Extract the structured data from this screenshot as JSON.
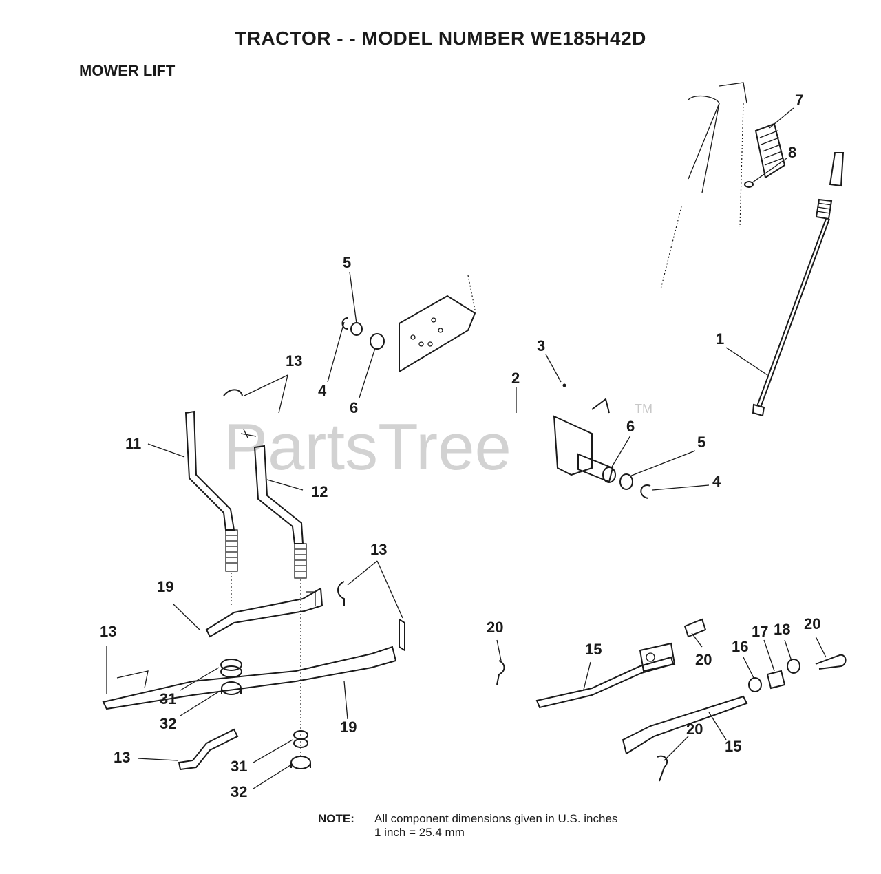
{
  "header": {
    "title": "TRACTOR - - MODEL NUMBER WE185H42D",
    "section": "MOWER LIFT"
  },
  "watermark": {
    "text": "PartsTree",
    "tm": "TM"
  },
  "callouts": {
    "c1": "1",
    "c2": "2",
    "c3": "3",
    "c4a": "4",
    "c4b": "4",
    "c5a": "5",
    "c5b": "5",
    "c6a": "6",
    "c6b": "6",
    "c7": "7",
    "c8": "8",
    "c11": "11",
    "c12": "12",
    "c13a": "13",
    "c13b": "13",
    "c13c": "13",
    "c13d": "13",
    "c15a": "15",
    "c15b": "15",
    "c16": "16",
    "c17": "17",
    "c18": "18",
    "c19a": "19",
    "c19b": "19",
    "c20a": "20",
    "c20b": "20",
    "c20c": "20",
    "c20d": "20",
    "c31a": "31",
    "c31b": "31",
    "c32a": "32",
    "c32b": "32"
  },
  "note": {
    "label": "NOTE:",
    "line1": "All component dimensions given in U.S. inches",
    "line2": "1 inch = 25.4 mm"
  }
}
